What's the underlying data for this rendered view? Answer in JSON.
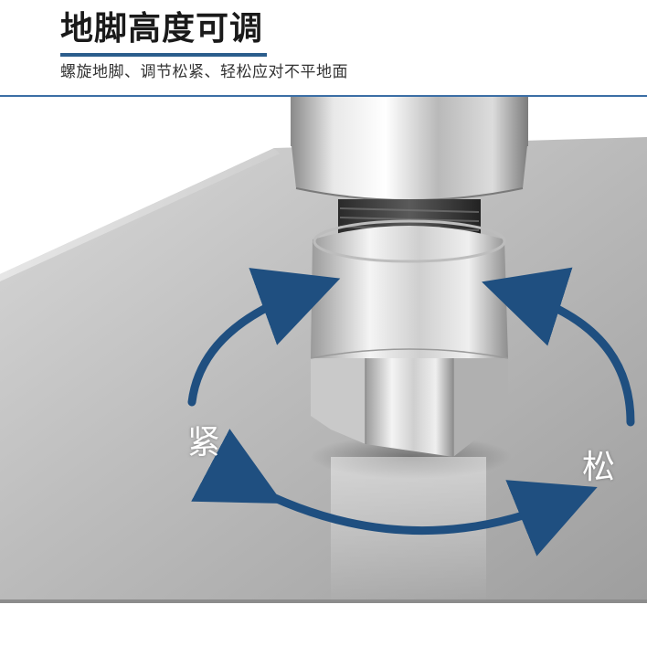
{
  "header": {
    "title": "地脚高度可调",
    "subtitle": "螺旋地脚、调节松紧、轻松应对不平地面"
  },
  "photo": {
    "labels": {
      "tighten": "紧",
      "loosen": "松"
    },
    "colors": {
      "accent": "#2b5d8c",
      "arrow": "#1f4f80"
    }
  }
}
